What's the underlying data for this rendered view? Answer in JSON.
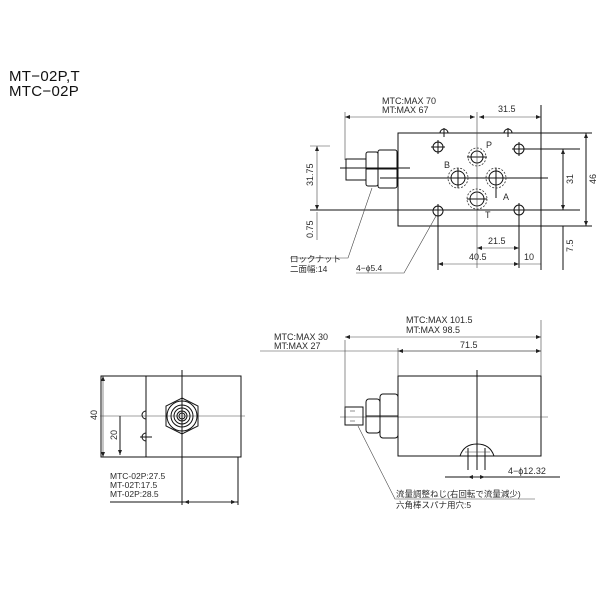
{
  "title": {
    "line1": "MT−02P,T",
    "line2": "MTC−02P"
  },
  "top_view": {
    "dim_overall_mtc": "MTC:MAX 70",
    "dim_overall_mt": "MT:MAX 67",
    "dim_31_5": "31.5",
    "dim_31_75": "31.75",
    "dim_0_75": "0.75",
    "dim_31": "31",
    "dim_46": "46",
    "dim_21_5": "21.5",
    "dim_40_5": "40.5",
    "dim_10": "10",
    "dim_7_5": "7.5",
    "port_p": "P",
    "port_b": "B",
    "port_a": "A",
    "port_t": "T",
    "locknut_label": "ロックナット",
    "locknut_width": "二面幅:14",
    "mount_holes": "4−ϕ5.4"
  },
  "side_view": {
    "dim_40": "40",
    "dim_20": "20",
    "note_mtc_02p": "MTC-02P:27.5",
    "note_mt_02t": "MT-02T:17.5",
    "note_mt_02p": "MT-02P:28.5"
  },
  "front_view": {
    "dim_overall_mtc": "MTC:MAX 101.5",
    "dim_overall_mt": "MT:MAX 98.5",
    "dim_left_mtc": "MTC:MAX 30",
    "dim_left_mt": "MT:MAX 27",
    "dim_71_5": "71.5",
    "oring_holes": "4−ϕ12.32",
    "adjust_screw_note": "流量調整ねじ(右回転で流量減少)",
    "hex_wrench_note": "六角棒スパナ用穴:5"
  },
  "colors": {
    "line": "#111111",
    "text": "#2b2b2b",
    "background": "#ffffff"
  }
}
